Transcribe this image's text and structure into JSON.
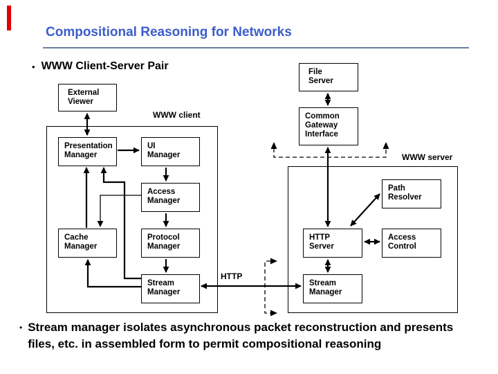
{
  "slide": {
    "title": "Compositional Reasoning for Networks",
    "bullet_char": "•",
    "bullet1": "WWW Client-Server Pair",
    "bullet2": [
      "Stream manager isolates asynchronous packet reconstruction and presents",
      "files, etc. in assembled form to permit compositional reasoning"
    ]
  },
  "colors": {
    "title": "#3b5dc9",
    "rule": "#66809f",
    "accent_bar": "#e00000",
    "diagram_line": "#000000"
  },
  "diagram": {
    "labels": {
      "client": "WWW client",
      "server": "WWW server",
      "http": "HTTP"
    },
    "boxes": {
      "external_viewer": [
        "External",
        "Viewer"
      ],
      "file_server": [
        "File",
        "Server"
      ],
      "cgi": [
        "Common",
        "Gateway",
        "Interface"
      ],
      "presentation_manager": [
        "Presentation",
        "Manager"
      ],
      "ui_manager": [
        "UI",
        "Manager"
      ],
      "access_manager": [
        "Access",
        "Manager"
      ],
      "cache_manager": [
        "Cache",
        "Manager"
      ],
      "protocol_manager": [
        "Protocol",
        "Manager"
      ],
      "http_server": [
        "HTTP",
        "Server"
      ],
      "access_control": [
        "Access",
        "Control"
      ],
      "path_resolver": [
        "Path",
        "Resolver"
      ],
      "stream_manager_client": [
        "Stream",
        "Manager"
      ],
      "stream_manager_server": [
        "Stream",
        "Manager"
      ]
    },
    "connections": [
      {
        "from": "External Viewer",
        "to": "Presentation Manager",
        "style": "bidirectional"
      },
      {
        "from": "Presentation Manager",
        "to": "UI Manager",
        "style": "arrow"
      },
      {
        "from": "Cache Manager",
        "to": "Presentation Manager",
        "style": "arrow"
      },
      {
        "from": "Stream Manager (client)",
        "to": "Presentation Manager",
        "style": "arrow"
      },
      {
        "from": "Access Manager",
        "to": "Cache Manager",
        "style": "arrow"
      },
      {
        "from": "UI Manager",
        "to": "Access Manager",
        "style": "arrow"
      },
      {
        "from": "Access Manager",
        "to": "Protocol Manager",
        "style": "arrow"
      },
      {
        "from": "Protocol Manager",
        "to": "Stream Manager (client)",
        "style": "arrow"
      },
      {
        "from": "Stream Manager (client)",
        "to": "Cache Manager",
        "style": "arrow"
      },
      {
        "from": "Stream Manager (client)",
        "to": "Stream Manager (server)",
        "style": "bidirectional",
        "label": "HTTP"
      },
      {
        "from": "File Server",
        "to": "Common Gateway Interface",
        "style": "bidirectional"
      },
      {
        "from": "Common Gateway Interface",
        "to": "HTTP Server",
        "style": "bidirectional"
      },
      {
        "from": "HTTP Server",
        "to": "Path Resolver",
        "style": "bidirectional"
      },
      {
        "from": "HTTP Server",
        "to": "Access Control",
        "style": "bidirectional"
      },
      {
        "from": "HTTP Server",
        "to": "Stream Manager (server)",
        "style": "bidirectional"
      }
    ]
  }
}
